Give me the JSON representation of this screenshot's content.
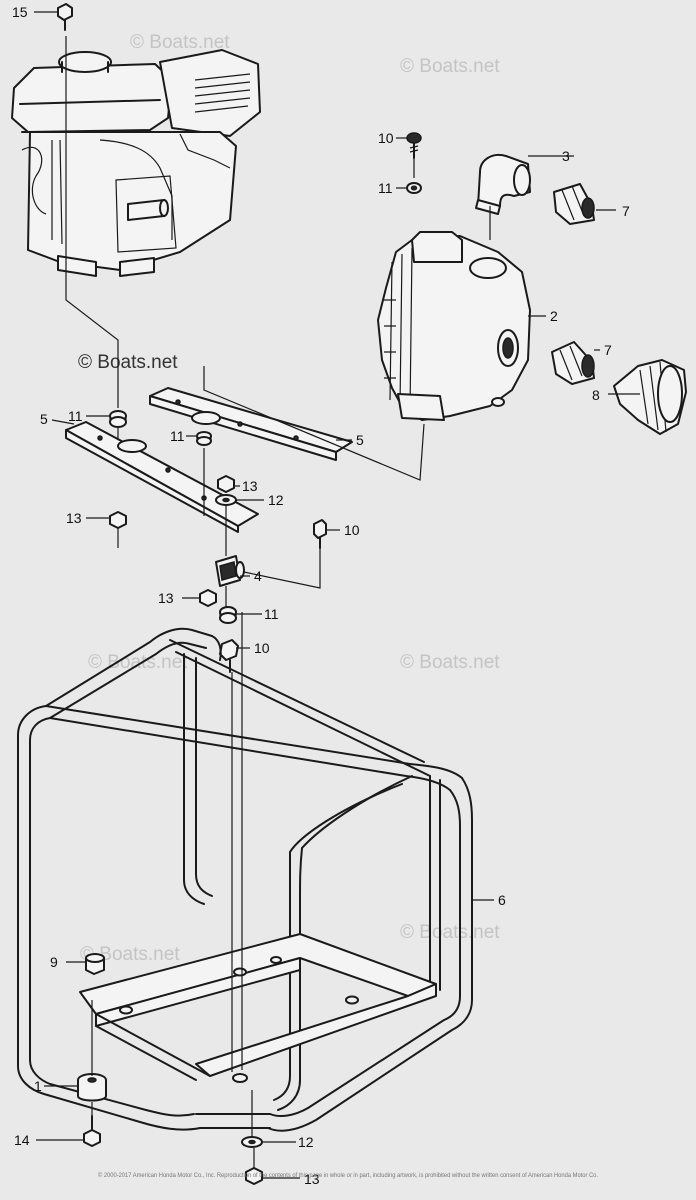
{
  "watermark": "© Boats.net",
  "callouts": {
    "c15": "15",
    "c10a": "10",
    "c3": "3",
    "c11a": "11",
    "c7a": "7",
    "c2": "2",
    "c7b": "7",
    "c8": "8",
    "c11b": "11",
    "c5a": "5",
    "c11c": "11",
    "c5b": "5",
    "c13a": "13",
    "c12a": "12",
    "c13b": "13",
    "c10b": "10",
    "c4": "4",
    "c13c": "13",
    "c11d": "11",
    "c10c": "10",
    "c6": "6",
    "c9": "9",
    "c1": "1",
    "c14": "14",
    "c12b": "12",
    "c13d": "13"
  },
  "footer": "© 2000-2017 American Honda Motor Co., Inc. Reproduction of the contents of this page in whole or in part, including artwork, is prohibited without the written consent of American Honda Motor Co."
}
